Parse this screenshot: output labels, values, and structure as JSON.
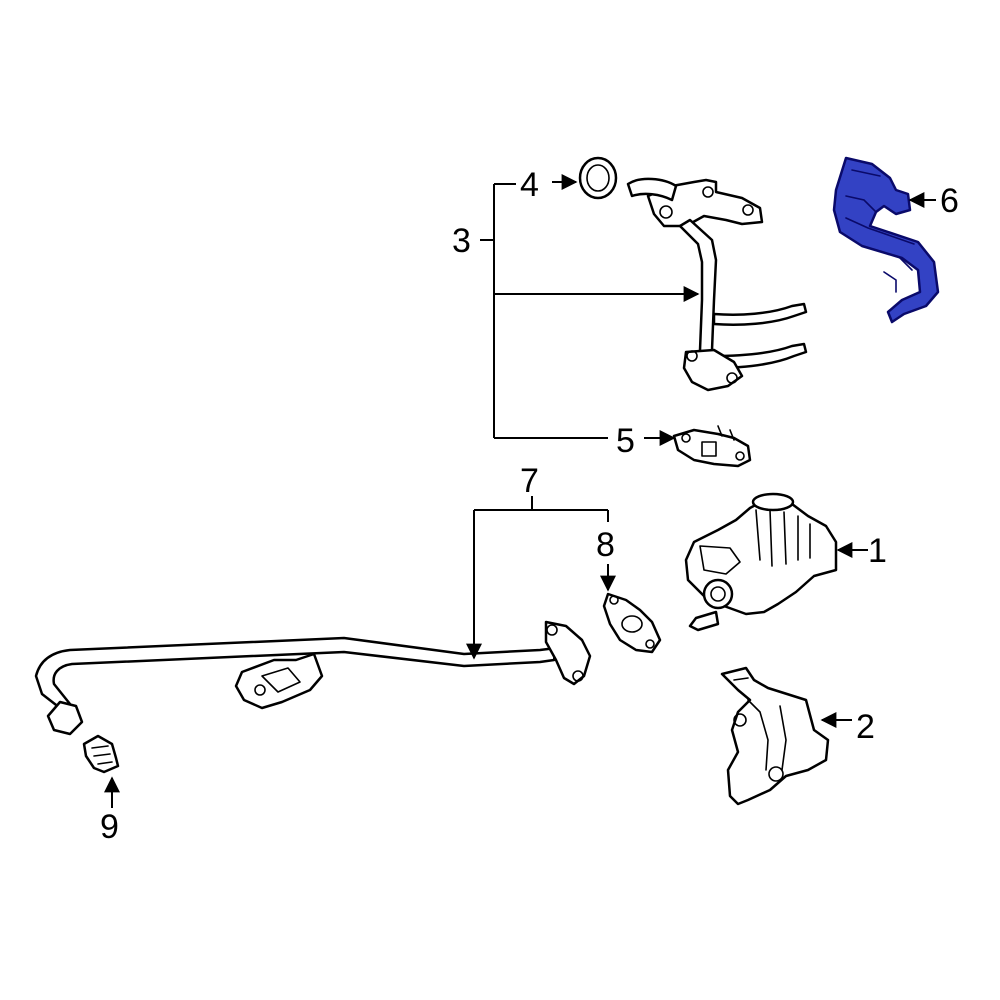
{
  "callouts": {
    "c1": "1",
    "c2": "2",
    "c3": "3",
    "c4": "4",
    "c5": "5",
    "c6": "6",
    "c7": "7",
    "c8": "8",
    "c9": "9"
  },
  "colors": {
    "highlight_fill": "#3342c4",
    "highlight_stroke": "#0a0a6a",
    "outline": "#000000",
    "background": "#ffffff"
  }
}
